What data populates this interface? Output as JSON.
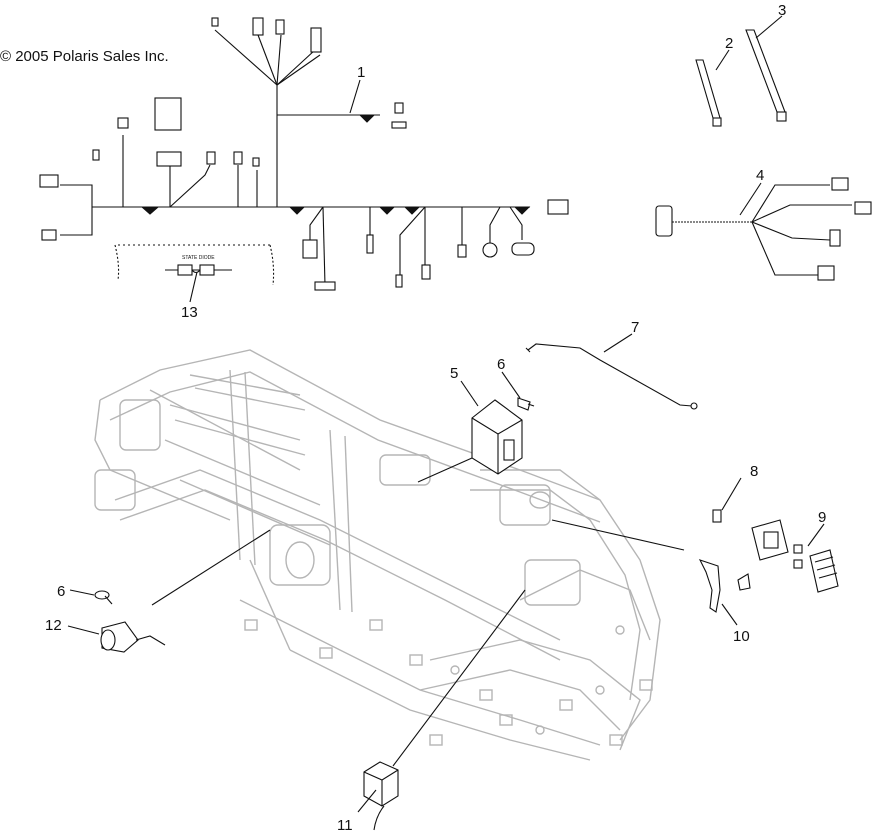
{
  "copyright": "© 2005 Polaris Sales Inc.",
  "harness_label": "STATE DIODE",
  "callouts": [
    {
      "id": "1",
      "label": "1"
    },
    {
      "id": "2",
      "label": "2"
    },
    {
      "id": "3",
      "label": "3"
    },
    {
      "id": "4",
      "label": "4"
    },
    {
      "id": "5",
      "label": "5"
    },
    {
      "id": "6a",
      "label": "6"
    },
    {
      "id": "6b",
      "label": "6"
    },
    {
      "id": "7",
      "label": "7"
    },
    {
      "id": "8",
      "label": "8"
    },
    {
      "id": "9",
      "label": "9"
    },
    {
      "id": "10",
      "label": "10"
    },
    {
      "id": "11",
      "label": "11"
    },
    {
      "id": "12",
      "label": "12"
    },
    {
      "id": "13",
      "label": "13"
    }
  ]
}
